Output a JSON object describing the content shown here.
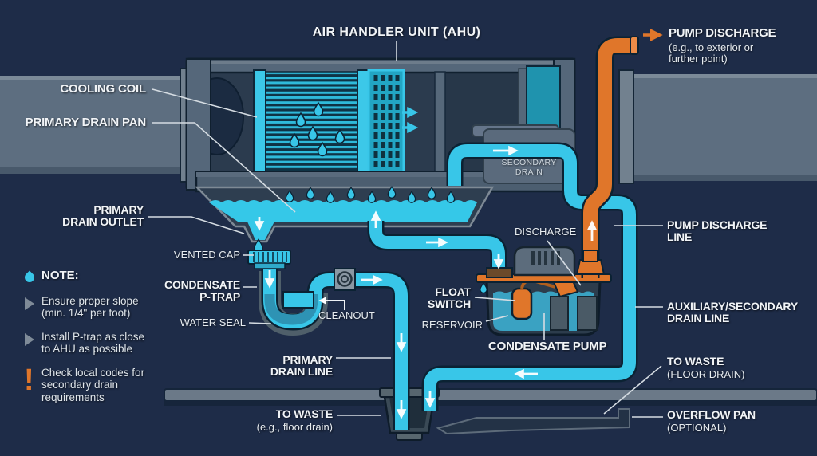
{
  "colors": {
    "background": "#1e2c48",
    "pipe_cyan": "#38c6e8",
    "pipe_orange": "#e0762a",
    "duct_gray": "#5d6e80",
    "water_teal": "#3aa2c2",
    "callout_line": "#d5dce2"
  },
  "title": "AIR HANDLER UNIT (AHU)",
  "labels": {
    "pump_discharge": "PUMP DISCHARGE",
    "pump_discharge_sub": "(e.g., to exterior or\nfurther point)",
    "cooling_coil": "COOLING COIL",
    "primary_drain_pan": "PRIMARY DRAIN PAN",
    "primary_drain_outlet": "PRIMARY\nDRAIN OUTLET",
    "vented_cap": "VENTED CAP",
    "condensate_p_trap": "CONDENSATE\nP-TRAP",
    "water_seal": "WATER SEAL",
    "cleanout": "CLEANOUT",
    "primary_drain_line": "PRIMARY\nDRAIN LINE",
    "to_waste_floor": "TO WASTE",
    "to_waste_floor_sub": "(e.g., floor drain)",
    "float_switch": "FLOAT\nSWITCH",
    "reservoir": "RESERVOIR",
    "condensate_pump": "CONDENSATE PUMP",
    "discharge": "DISCHARGE",
    "secondary_drain": "SECONDARY\nDRAIN",
    "pump_discharge_line": "PUMP DISCHARGE\nLINE",
    "aux_secondary_drain_line": "AUXILIARY/SECONDARY\nDRAIN LINE",
    "to_waste_right": "TO WASTE",
    "to_waste_right_sub": "(FLOOR DRAIN)",
    "overflow_pan": "OVERFLOW PAN",
    "overflow_pan_sub": "(OPTIONAL)"
  },
  "note": {
    "heading": "NOTE:",
    "items": [
      {
        "text": "Ensure proper slope\n(min. 1/4\" per foot)"
      },
      {
        "text": "Install P-trap as close\nto AHU as possible"
      },
      {
        "text": "Check local codes for\nsecondary drain\nrequirements"
      }
    ]
  }
}
